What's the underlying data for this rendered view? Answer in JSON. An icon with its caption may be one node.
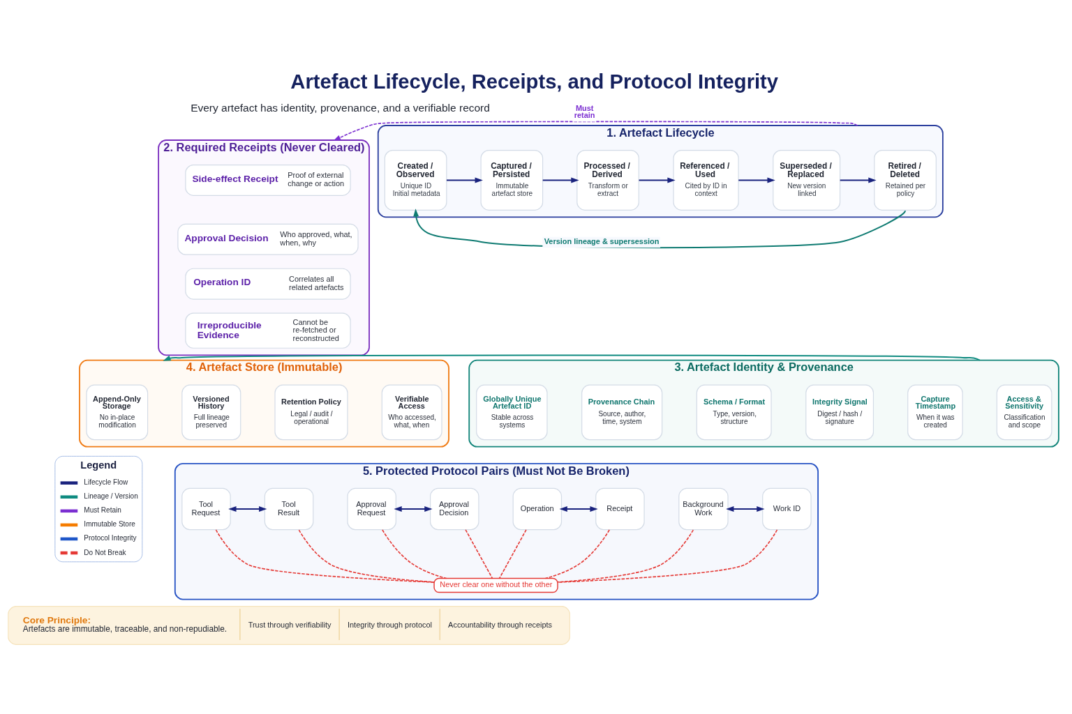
{
  "diagram": {
    "title": "Artefact Lifecycle, Receipts, and Protocol Integrity",
    "nodes": [
      {
        "text": [
          "1. Artefact Lifecycle"
        ]
      },
      {
        "text": [
          "Created / Observed",
          "Unique ID Initial metadata"
        ],
        "in": 0
      },
      {
        "text": [
          "Captured / Persisted",
          "Immutable artefact store"
        ],
        "in": 0
      },
      {
        "text": [
          "Processed / Derived",
          "Transform or extract"
        ],
        "in": 0
      },
      {
        "text": [
          "Referenced / Used",
          "Cited by ID in context"
        ],
        "in": 0
      },
      {
        "text": [
          "Superseded / Replaced",
          "New version linked"
        ],
        "in": 0
      },
      {
        "text": [
          "Retired / Deleted",
          "Retained per policy"
        ],
        "in": 0
      },
      {
        "text": [
          "2. Required Receipts (Never Cleared)"
        ]
      },
      {
        "text": [
          "Side-effect Receipt",
          "Proof of external change or action"
        ],
        "in": 7
      },
      {
        "text": [
          "Approval Decision",
          "Who approved, what, when, why"
        ],
        "in": 7
      },
      {
        "text": [
          "Operation ID",
          "Correlates all related artefacts"
        ],
        "in": 7
      },
      {
        "text": [
          "Irreproducible Evidence",
          "Cannot be re-fetched or reconstructed"
        ],
        "in": 7
      },
      {
        "text": [
          "3. Artefact Identity & Provenance"
        ]
      },
      {
        "text": [
          "Globally Unique Artefact ID",
          "Stable across systems"
        ],
        "in": 12
      },
      {
        "text": [
          "Provenance Chain",
          "Source, author, time, system"
        ],
        "in": 12
      },
      {
        "text": [
          "Schema / Format",
          "Type, version, structure"
        ],
        "in": 12
      },
      {
        "text": [
          "Integrity Signal",
          "Digest / hash / signature"
        ],
        "in": 12
      },
      {
        "text": [
          "Capture Timestamp",
          "When it was created"
        ],
        "in": 12
      },
      {
        "text": [
          "Access & Sensitivity",
          "Classification and scope"
        ],
        "in": 12
      },
      {
        "text": [
          "4. Artefact Store (Immutable)"
        ]
      },
      {
        "text": [
          "Append-Only Storage",
          "No in-place modification"
        ],
        "in": 19
      },
      {
        "text": [
          "Versioned History",
          "Full lineage preserved"
        ],
        "in": 19
      },
      {
        "text": [
          "Retention Policy",
          "Legal / audit / operational"
        ],
        "in": 19
      },
      {
        "text": [
          "Verifiable Access",
          "Who accessed, what, when"
        ],
        "in": 19
      },
      {
        "text": [
          "5. Protected Protocol Pairs (Must Not Be Broken)"
        ]
      },
      {
        "text": [
          "Tool Request"
        ],
        "in": 24
      },
      {
        "text": [
          "Tool Result"
        ],
        "in": 24
      },
      {
        "text": [
          "Approval Request"
        ],
        "in": 24
      },
      {
        "text": [
          "Approval Decision"
        ],
        "in": 24
      },
      {
        "text": [
          "Operation"
        ],
        "in": 24
      },
      {
        "text": [
          "Receipt"
        ],
        "in": 24
      },
      {
        "text": [
          "Background Work"
        ],
        "in": 24
      },
      {
        "text": [
          "Work ID"
        ],
        "in": 24
      },
      {
        "text": [
          "Never clear one without the other"
        ],
        "in": 24
      },
      {
        "text": [
          "Core Principle:",
          "Artefacts are immutable, traceable, and non-repudiable.",
          "Trust through verifiability",
          "Integrity through protocol",
          "Accountability through receipts"
        ]
      }
    ],
    "edges": [
      {
        "from": 1,
        "to": 2,
        "arrow": "to"
      },
      {
        "from": 2,
        "to": 3,
        "arrow": "to"
      },
      {
        "from": 3,
        "to": 4,
        "arrow": "to"
      },
      {
        "from": 4,
        "to": 5,
        "arrow": "to"
      },
      {
        "from": 5,
        "to": 6,
        "arrow": "to"
      },
      {
        "from": 6,
        "to": 1,
        "arrow": "to",
        "label": "Version lineage & supersession",
        "color": "#0f7b72"
      },
      {
        "from": 0,
        "to": 7,
        "arrow": "to",
        "label": "Must retain",
        "style": "dashed",
        "color": "#7b2fd1"
      },
      {
        "from": 12,
        "to": 19,
        "arrow": "to",
        "color": "#0f8b80"
      },
      {
        "from": 25,
        "to": 26,
        "arrow": "both"
      },
      {
        "from": 27,
        "to": 28,
        "arrow": "both"
      },
      {
        "from": 29,
        "to": 30,
        "arrow": "both"
      },
      {
        "from": 31,
        "to": 32,
        "arrow": "both"
      },
      {
        "from": 25,
        "to": 33,
        "arrow": "none",
        "style": "dashed",
        "color": "#e53935"
      },
      {
        "from": 26,
        "to": 33,
        "arrow": "none",
        "style": "dashed",
        "color": "#e53935"
      },
      {
        "from": 27,
        "to": 33,
        "arrow": "none",
        "style": "dashed",
        "color": "#e53935"
      },
      {
        "from": 28,
        "to": 33,
        "arrow": "none",
        "style": "dashed",
        "color": "#e53935"
      },
      {
        "from": 29,
        "to": 33,
        "arrow": "none",
        "style": "dashed",
        "color": "#e53935"
      },
      {
        "from": 30,
        "to": 33,
        "arrow": "none",
        "style": "dashed",
        "color": "#e53935"
      },
      {
        "from": 31,
        "to": 33,
        "arrow": "none",
        "style": "dashed",
        "color": "#e53935"
      },
      {
        "from": 32,
        "to": 33,
        "arrow": "none",
        "style": "dashed",
        "color": "#e53935"
      }
    ],
    "labels": [
      "Every artefact has identity, provenance, and a verifiable record",
      "Legend"
    ],
    "legend": [
      {
        "text": "Lifecycle Flow",
        "color": "#1a237e"
      },
      {
        "text": "Lineage / Version",
        "color": "#0f8b80"
      },
      {
        "text": "Must Retain",
        "color": "#7b2fd1"
      },
      {
        "text": "Immutable Store",
        "color": "#f57c00"
      },
      {
        "text": "Protocol Integrity",
        "color": "#1e56c8"
      },
      {
        "text": "Do Not Break",
        "color": "#e53935"
      }
    ]
  }
}
